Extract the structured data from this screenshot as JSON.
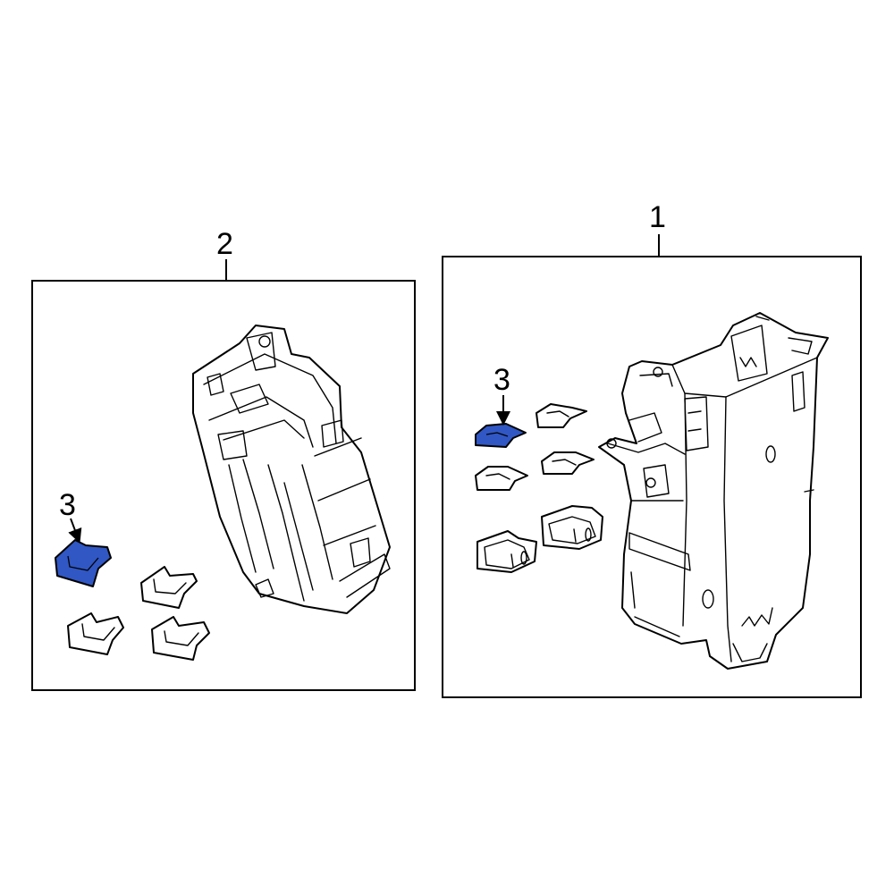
{
  "callouts": {
    "assembly_1": "1",
    "assembly_2": "2",
    "part_3_left": "3",
    "part_3_right": "3"
  },
  "colors": {
    "highlight": "#3057c4",
    "line": "#000000",
    "background": "#ffffff"
  }
}
